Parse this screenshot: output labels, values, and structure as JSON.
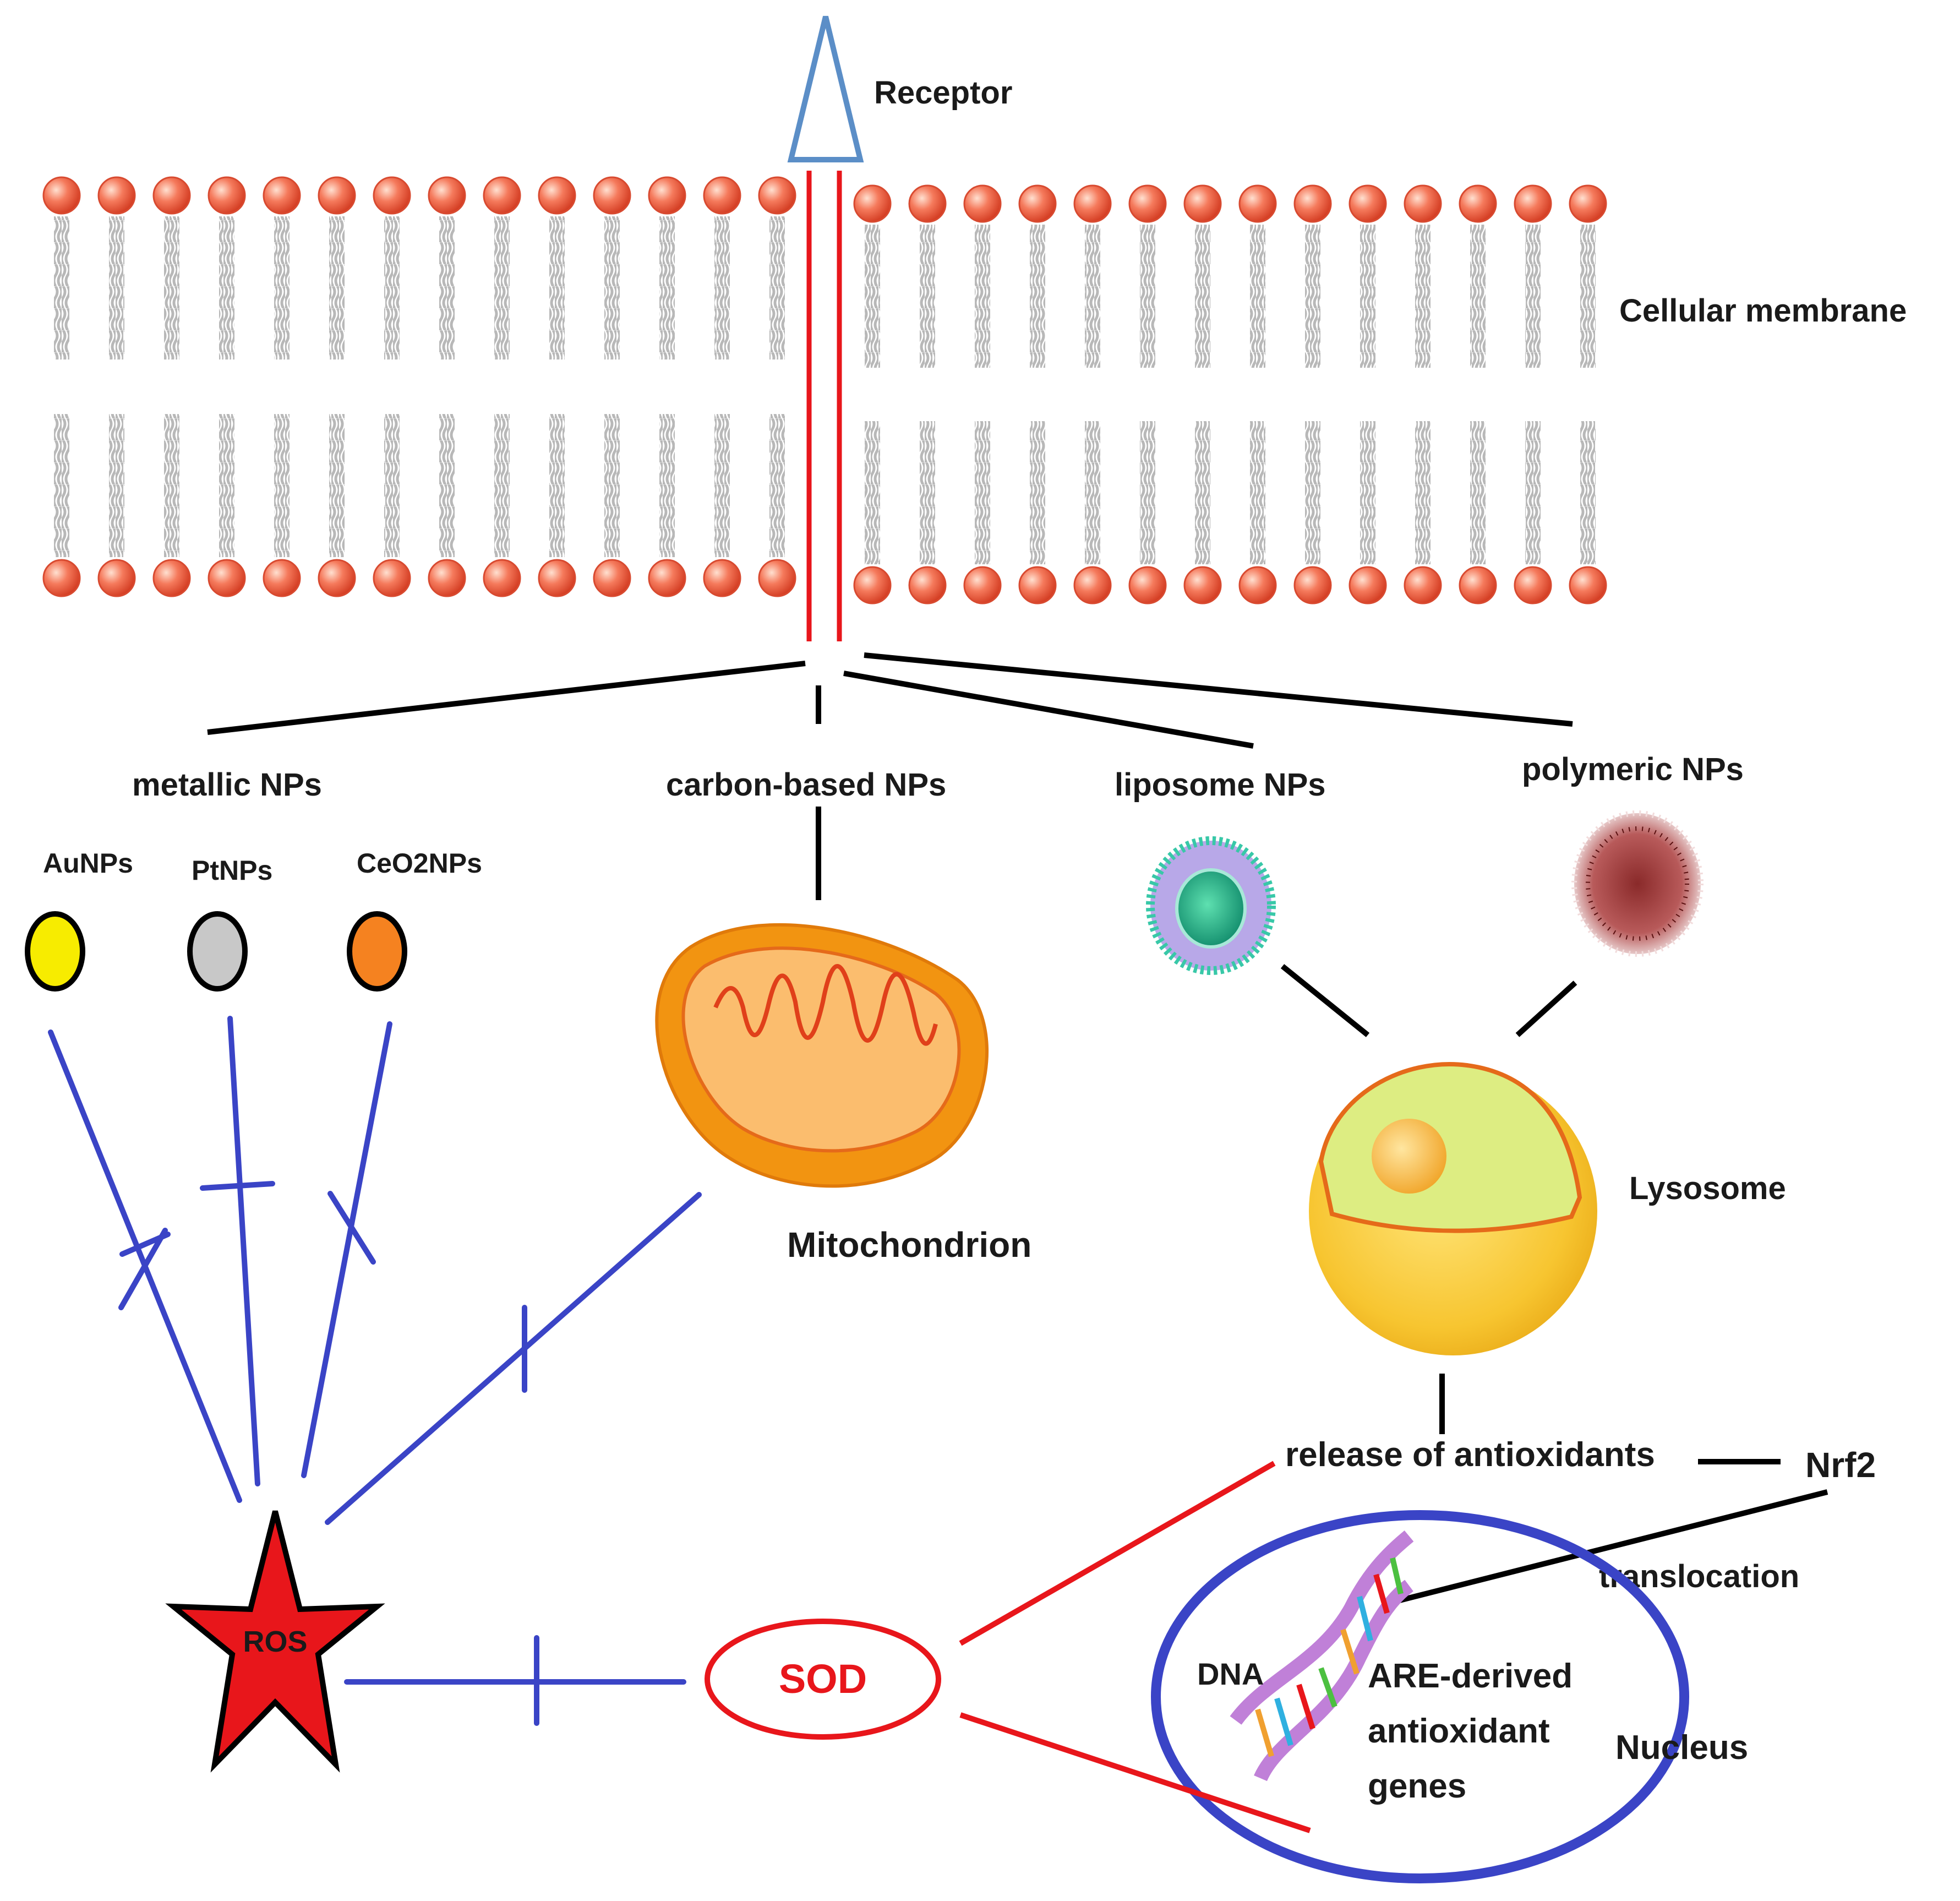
{
  "membrane": {
    "receptor_label": "Receptor",
    "membrane_label": "Cellular membrane"
  },
  "categories": {
    "metallic": "metallic NPs",
    "carbon": "carbon-based NPs",
    "liposome": "liposome NPs",
    "polymeric": "polymeric NPs"
  },
  "metallic_particles": [
    {
      "label": "AuNPs",
      "color": "#f7ec00"
    },
    {
      "label": "PtNPs",
      "color": "#c8c8c8"
    },
    {
      "label": "CeO2NPs",
      "color": "#f58220"
    }
  ],
  "organelles": {
    "mitochondrion": "Mitochondrion",
    "lysosome": "Lysosome"
  },
  "pathway": {
    "release": "release of antioxidants",
    "nrf2": "Nrf2",
    "translocation": "translocation",
    "dna": "DNA",
    "genes_line1": "ARE-derived",
    "genes_line2": "antioxidant",
    "genes_line3": "genes",
    "nucleus": "Nucleus",
    "ros": "ROS",
    "sod": "SOD"
  },
  "colors": {
    "inhibition": "#3a44c6",
    "activation": "#e8161b",
    "connector": "#000000",
    "receptor": "#5b8ec7",
    "lipid_head": "#f0604a",
    "ros_star": "#e8161b"
  }
}
